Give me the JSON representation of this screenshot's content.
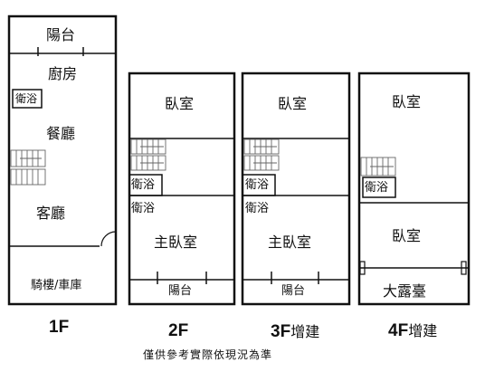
{
  "floors": [
    {
      "id": "1F",
      "label": "1F",
      "suffix": "",
      "rooms": [
        "陽台",
        "廚房",
        "衛浴",
        "餐廳",
        "客廳",
        "騎樓/車庫"
      ]
    },
    {
      "id": "2F",
      "label": "2F",
      "suffix": "",
      "rooms": [
        "臥室",
        "衛浴",
        "衛浴",
        "主臥室",
        "陽台"
      ]
    },
    {
      "id": "3F",
      "label": "3F",
      "suffix": "增建",
      "rooms": [
        "臥室",
        "衛浴",
        "衛浴",
        "主臥室",
        "陽台"
      ]
    },
    {
      "id": "4F",
      "label": "4F",
      "suffix": "增建",
      "rooms": [
        "臥室",
        "衛浴",
        "臥室",
        "大露臺"
      ]
    }
  ],
  "note": "僅供參考實際依現況為準"
}
